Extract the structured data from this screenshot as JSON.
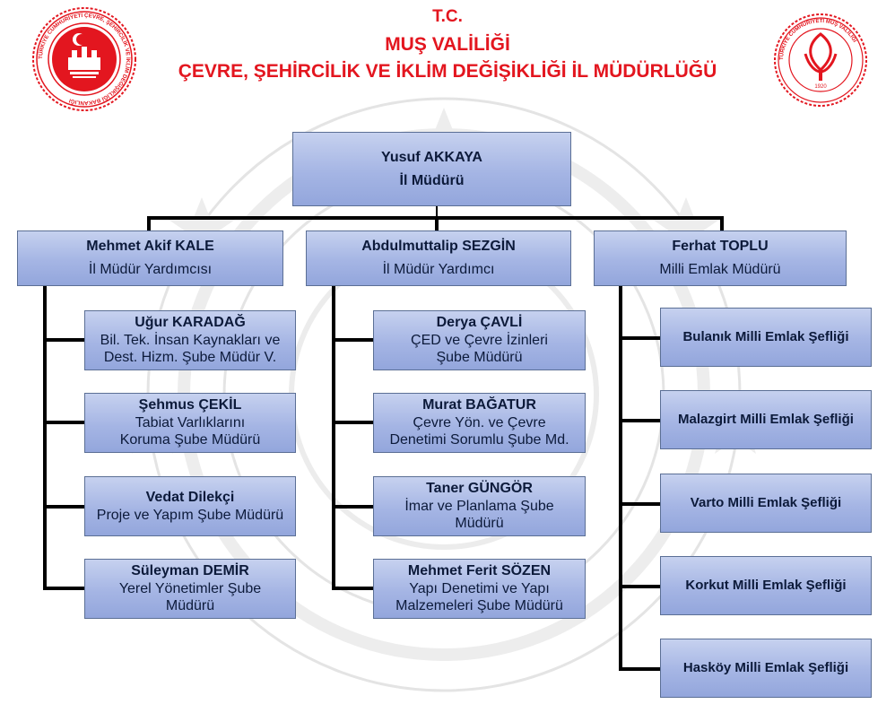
{
  "header": {
    "line1": "T.C.",
    "line2": "MUŞ VALİLİĞİ",
    "line3": "ÇEVRE, ŞEHİRCİLİK VE İKLİM DEĞİŞİKLİĞİ İL MÜDÜRLÜĞÜ"
  },
  "logos": {
    "left_text": "TÜRKİYE CUMHURİYETİ ÇEVRE, ŞEHİRCİLİK VE İKLİM DEĞİŞİKLİĞİ BAKANLIĞI",
    "right_text": "TÜRKİYE CUMHURİYETİ MUŞ VALİLİĞİ",
    "right_year": "1920"
  },
  "director": {
    "name": "Yusuf AKKAYA",
    "title": "İl Müdürü"
  },
  "columns": [
    {
      "head": {
        "name": "Mehmet Akif KALE",
        "title": "İl Müdür Yardımcısı"
      },
      "children": [
        {
          "name": "Uğur KARADAĞ",
          "title": [
            "Bil. Tek. İnsan Kaynakları ve",
            "Dest. Hizm. Şube Müdür V."
          ]
        },
        {
          "name": "Şehmus ÇEKİL",
          "title": [
            "Tabiat Varlıklarını",
            "Koruma Şube Müdürü"
          ]
        },
        {
          "name": "Vedat Dilekçi",
          "title": [
            "Proje ve Yapım Şube Müdürü"
          ]
        },
        {
          "name": "Süleyman DEMİR",
          "title": [
            "Yerel Yönetimler Şube",
            "Müdürü"
          ]
        }
      ]
    },
    {
      "head": {
        "name": "Abdulmuttalip SEZGİN",
        "title": "İl Müdür Yardımcı"
      },
      "children": [
        {
          "name": "Derya ÇAVLİ",
          "title": [
            "ÇED ve Çevre İzinleri",
            "Şube Müdürü"
          ]
        },
        {
          "name": "Murat BAĞATUR",
          "title": [
            "Çevre Yön. ve Çevre",
            "Denetimi Sorumlu Şube Md."
          ]
        },
        {
          "name": "Taner GÜNGÖR",
          "title": [
            "İmar ve Planlama Şube",
            "Müdürü"
          ]
        },
        {
          "name": "Mehmet Ferit SÖZEN",
          "title": [
            "Yapı Denetimi ve Yapı",
            "Malzemeleri Şube Müdürü"
          ]
        }
      ]
    },
    {
      "head": {
        "name": "Ferhat TOPLU",
        "title": "Milli Emlak Müdürü"
      },
      "units": [
        "Bulanık Milli Emlak Şefliği",
        "Malazgirt Milli Emlak Şefliği",
        "Varto Milli Emlak Şefliği",
        "Korkut Milli Emlak Şefliği",
        "Hasköy Milli Emlak Şefliği"
      ]
    }
  ],
  "colors": {
    "title_red": "#e3161f",
    "box_fill": "#a5b5e4",
    "connector": "#000000"
  }
}
